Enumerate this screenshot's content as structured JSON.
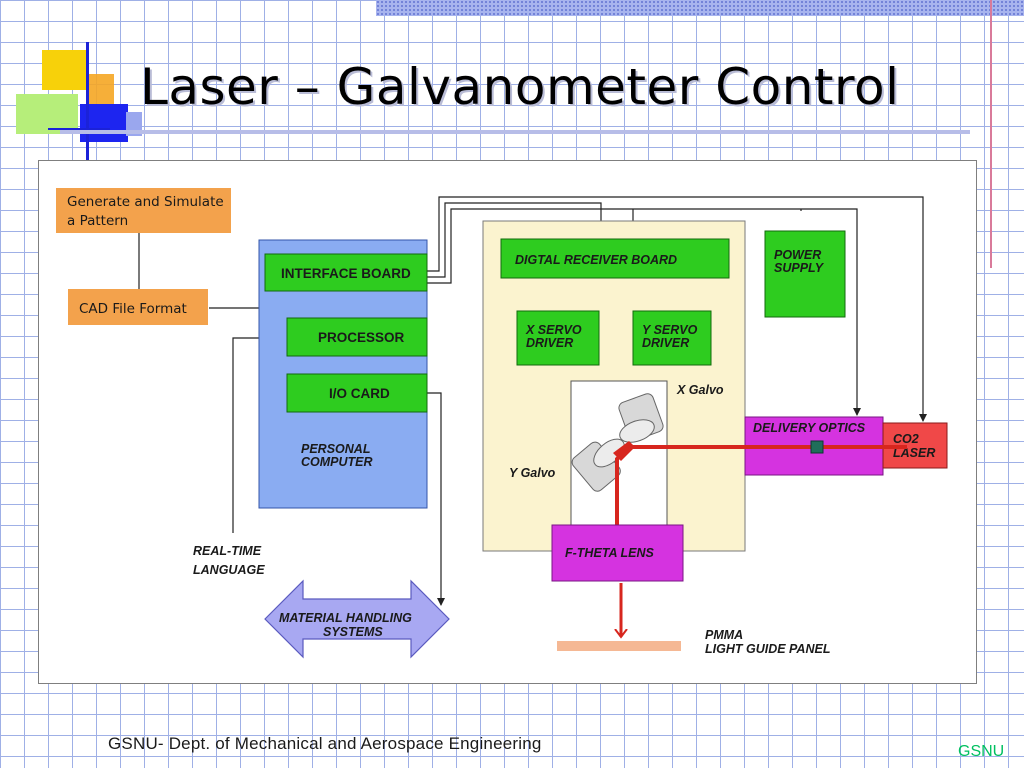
{
  "slide": {
    "title": "Laser – Galvanometer Control",
    "footer": "GSNU- Dept. of Mechanical and Aerospace Engineering",
    "badge": "GSNU"
  },
  "diagram": {
    "generate": [
      "Generate and Simulate",
      "a Pattern"
    ],
    "cad": "CAD File Format",
    "interface_board": "INTERFACE BOARD",
    "processor": "PROCESSOR",
    "io_card": "I/O CARD",
    "personal_computer": [
      "PERSONAL",
      "COMPUTER"
    ],
    "realtime": [
      "REAL-TIME",
      "LANGUAGE"
    ],
    "material": [
      "MATERIAL HANDLING",
      "SYSTEMS"
    ],
    "receiver": "DIGTAL RECEIVER BOARD",
    "x_servo": [
      "X SERVO",
      "DRIVER"
    ],
    "y_servo": [
      "Y SERVO",
      "DRIVER"
    ],
    "x_galvo": "X Galvo",
    "y_galvo": "Y Galvo",
    "power_supply": [
      "POWER",
      "SUPPLY"
    ],
    "delivery_optics": "DELIVERY OPTICS",
    "co2_laser": [
      "CO2",
      "LASER"
    ],
    "ftheta": "F-THETA LENS",
    "pmma": [
      "PMMA",
      "LIGHT GUIDE PANEL"
    ]
  },
  "colors": {
    "green_box": "#2ecc1f",
    "orange_box": "#f3a24c",
    "pc_box": "#8aacf2",
    "cream_box": "#fbf3cf",
    "magenta_box": "#d533e0",
    "laser_box": "#f04848",
    "beam": "#d7261e"
  }
}
